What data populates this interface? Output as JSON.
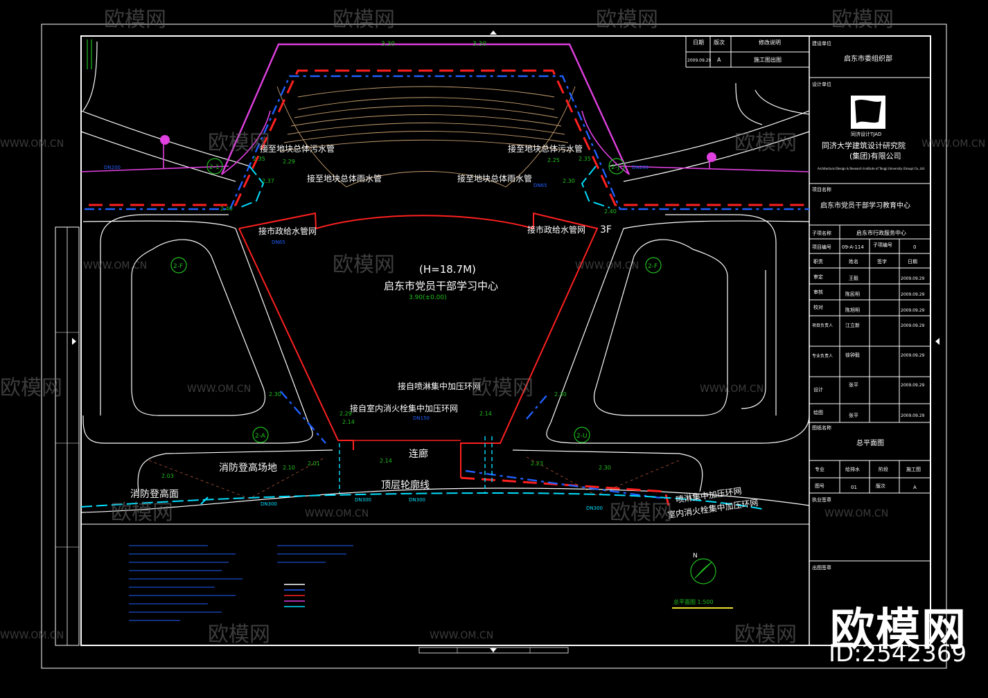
{
  "drawing": {
    "building_name": "启东市党员干部学习中心",
    "building_height": "(H=18.7M)",
    "elevation": "3.90(±0.00)",
    "floor_label": "3F",
    "level_marks": [
      "3.30",
      "3.30"
    ],
    "labels": {
      "sewage_left": "接至地块总体污水管",
      "sewage_right": "接至地块总体污水管",
      "rain_left": "接至地块总体雨水管",
      "rain_right": "接至地块总体雨水管",
      "supply_left": "接市政给水管网",
      "supply_right": "接市政给水管网",
      "sprinkler_ring": "接自喷淋集中加压环网",
      "hydrant_ring": "接自室内消火栓集中加压环网",
      "corridor": "连廊",
      "fire_site": "消防登高场地",
      "fire_face": "消防登高面",
      "roof_outline": "顶层轮廓线",
      "sprinkler_ring_right": "喷淋集中加压环网",
      "hydrant_ring_right": "室内消火栓集中加压环网"
    },
    "axis_labels": [
      "2-1",
      "2-J",
      "2-F",
      "2-F",
      "2-A",
      "2-U"
    ],
    "pipe_labels": [
      "DN200",
      "DN200",
      "DN65",
      "DN65",
      "DN150",
      "DN300",
      "DN300",
      "DN300",
      "DN300"
    ],
    "spot_elevations": [
      "2.35",
      "2.29",
      "2.37",
      "2.40",
      "2.35",
      "2.25",
      "2.30",
      "2.40",
      "2.30",
      "2.30",
      "2.29",
      "2.14",
      "2.14",
      "2.10",
      "2.03",
      "2.01",
      "2.23",
      "2.30",
      "2.14"
    ],
    "scale_text": "总平面图 1:500"
  },
  "title_block": {
    "rev_headers": [
      "日期",
      "版次",
      "修改说明"
    ],
    "rev_row": [
      "2009.09.29",
      "A",
      "施工图出图"
    ],
    "owner_label": "建设单位",
    "owner": "启东市委组织部",
    "designer_label": "设计单位",
    "logo_text": "同济设计TJAD",
    "designer_cn": "同济大学建筑设计研究院",
    "designer_cn2": "(集团)有限公司",
    "designer_en": "Architectural Design & Research Institute of Tongji University (Group) Co.,Ltd.",
    "project_label": "项目名称",
    "project": "启东市党员干部学习教育中心",
    "subproject_label": "子项名称",
    "subproject": "启东市行政服务中心",
    "project_no_label": "项目编号",
    "project_no": "09-A-114",
    "subitem_no_label": "子项编号",
    "subitem_no": "0",
    "sign_headers": [
      "职责",
      "姓名",
      "签字",
      "日期"
    ],
    "sign_rows": [
      {
        "role": "审定",
        "name": "王毅",
        "date": "2009.09.29"
      },
      {
        "role": "审核",
        "name": "陈民明",
        "date": "2009.09.29"
      },
      {
        "role": "校对",
        "name": "陈旭明",
        "date": "2009.09.29"
      },
      {
        "role": "项目负责人",
        "name": "江立新",
        "date": "2009.09.29"
      },
      {
        "role": "专业负责人",
        "name": "徐钟毅",
        "date": "2009.09.29"
      },
      {
        "role": "设计",
        "name": "张平",
        "date": "2009.09.29"
      },
      {
        "role": "绘图",
        "name": "张平",
        "date": "2009.09.29"
      }
    ],
    "sheet_title_label": "图纸名称",
    "sheet_title": "总平面图",
    "discipline_label": "专业",
    "discipline": "给排水",
    "stage_label": "阶段",
    "stage": "施工图",
    "drawing_no_label": "图号",
    "drawing_no": "01",
    "version_label": "版次",
    "version": "A",
    "seal_label": "执业签章",
    "stamp_label": "出图签章"
  },
  "watermark": {
    "brand": "欧模网",
    "site": "WWW.OM.CN",
    "id": "ID:2542369"
  },
  "colors": {
    "magenta": "#e040e0",
    "red": "#ff2020",
    "blue": "#2060ff",
    "cyan": "#00e0ff",
    "white": "#ffffff",
    "green": "#20c020",
    "tan": "#c8a070"
  }
}
